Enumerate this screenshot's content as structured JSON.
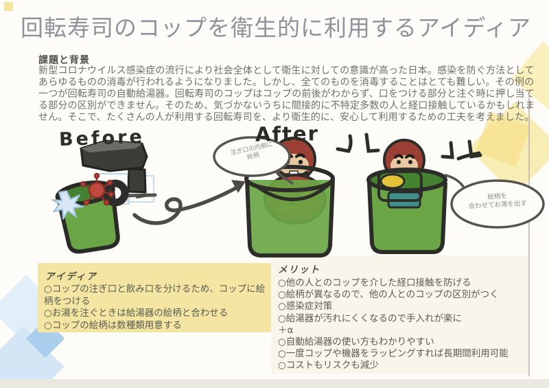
{
  "title": "回転寿司のコップを衛生的に利用するアイディア",
  "background": {
    "heading": "課題と背景",
    "body": "新型コロナウイルス感染症の流行により社会全体として衛生に対しての意識が高った日本。感染を防ぐ方法として\nあらゆるものの消毒が行われるようになりました。しかし、全てのものを消毒することはとても難しい。その例の\n一つが回転寿司の自動給湯器。回転寿司のコップはコップの前後がわからず、口をつける部分と注ぐ時に押し当て\nる部分の区別ができません。そのため、気づかないうちに間接的に不特定多数の人と経口接触しているかもしれま\nせん。そこで、たくさんの人が利用する回転寿司を、より衛生的に、安心して利用するための工夫を考えました。"
  },
  "illustration": {
    "before_label": "Before",
    "after_label": "After",
    "bubble_left": "注ぎ口の内側に\n絵柄",
    "bubble_right": "絵柄を\n合わせてお湯を出す"
  },
  "idea": {
    "heading": "アイディア",
    "items": [
      "○コップの注ぎ口と飲み口を分けるため、コップに絵柄をつける",
      "○お湯を注ぐときは給湯器の絵柄と合わせる",
      "○コップの絵柄は数種類用意する"
    ]
  },
  "merits": {
    "heading": "メリット",
    "items": [
      "○他の人とのコップを介した経口接触を防げる",
      "○絵柄が異なるので、他の人とのコップの区別がつく",
      "○感染症対策",
      "○給湯器が汚れにくくなるので手入れが楽に",
      "＋α",
      "○自動給湯器の使い方もわかりやすい",
      "○一度コップや機器をラッピングすれば長期間利用可能",
      "○コストもリスクも減少"
    ]
  },
  "colors": {
    "title_gray": "#8e939b",
    "idea_panel_yellow": "#f4e5a2",
    "cup_green": "#6ba646",
    "daruma_red": "#a8463c",
    "deco_yellow": "#f7e9ab",
    "deco_blue": "#cfe3f4"
  }
}
